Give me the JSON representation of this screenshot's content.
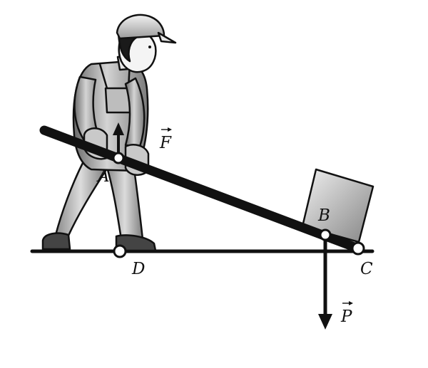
{
  "labels": {
    "point_a": "A",
    "point_b": "B",
    "point_c": "C",
    "point_d": "D",
    "force_f": "F",
    "force_p": "P"
  },
  "colors": {
    "ink": "#111111",
    "worker_light": "#d9d9d9",
    "worker_mid": "#9a9a9a",
    "worker_dark": "#5e5e5e",
    "box_light": "#e6e6e6",
    "box_dark": "#8a8a8a"
  }
}
